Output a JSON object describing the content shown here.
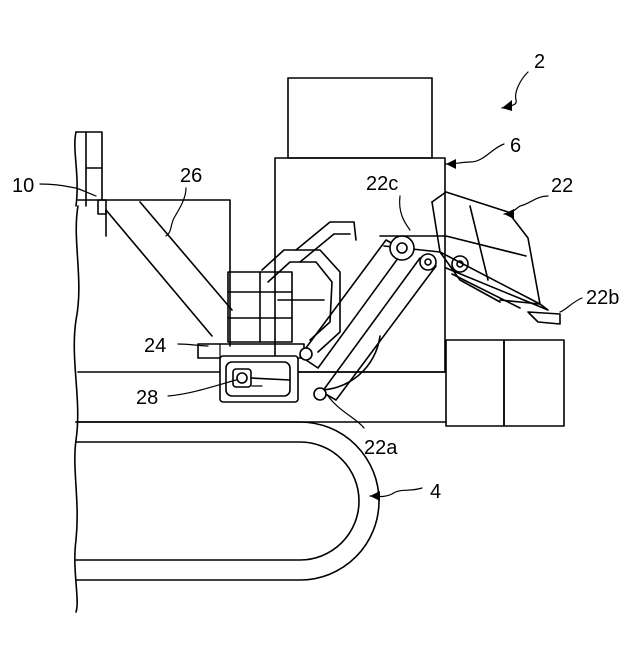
{
  "labels": {
    "machine": "2",
    "crawler": "4",
    "cab": "6",
    "frame": "10",
    "step": "22",
    "step_base": "22a",
    "step_plate": "22b",
    "step_pivot": "22c",
    "lower_step": "24",
    "brace": "26",
    "switch": "28"
  }
}
